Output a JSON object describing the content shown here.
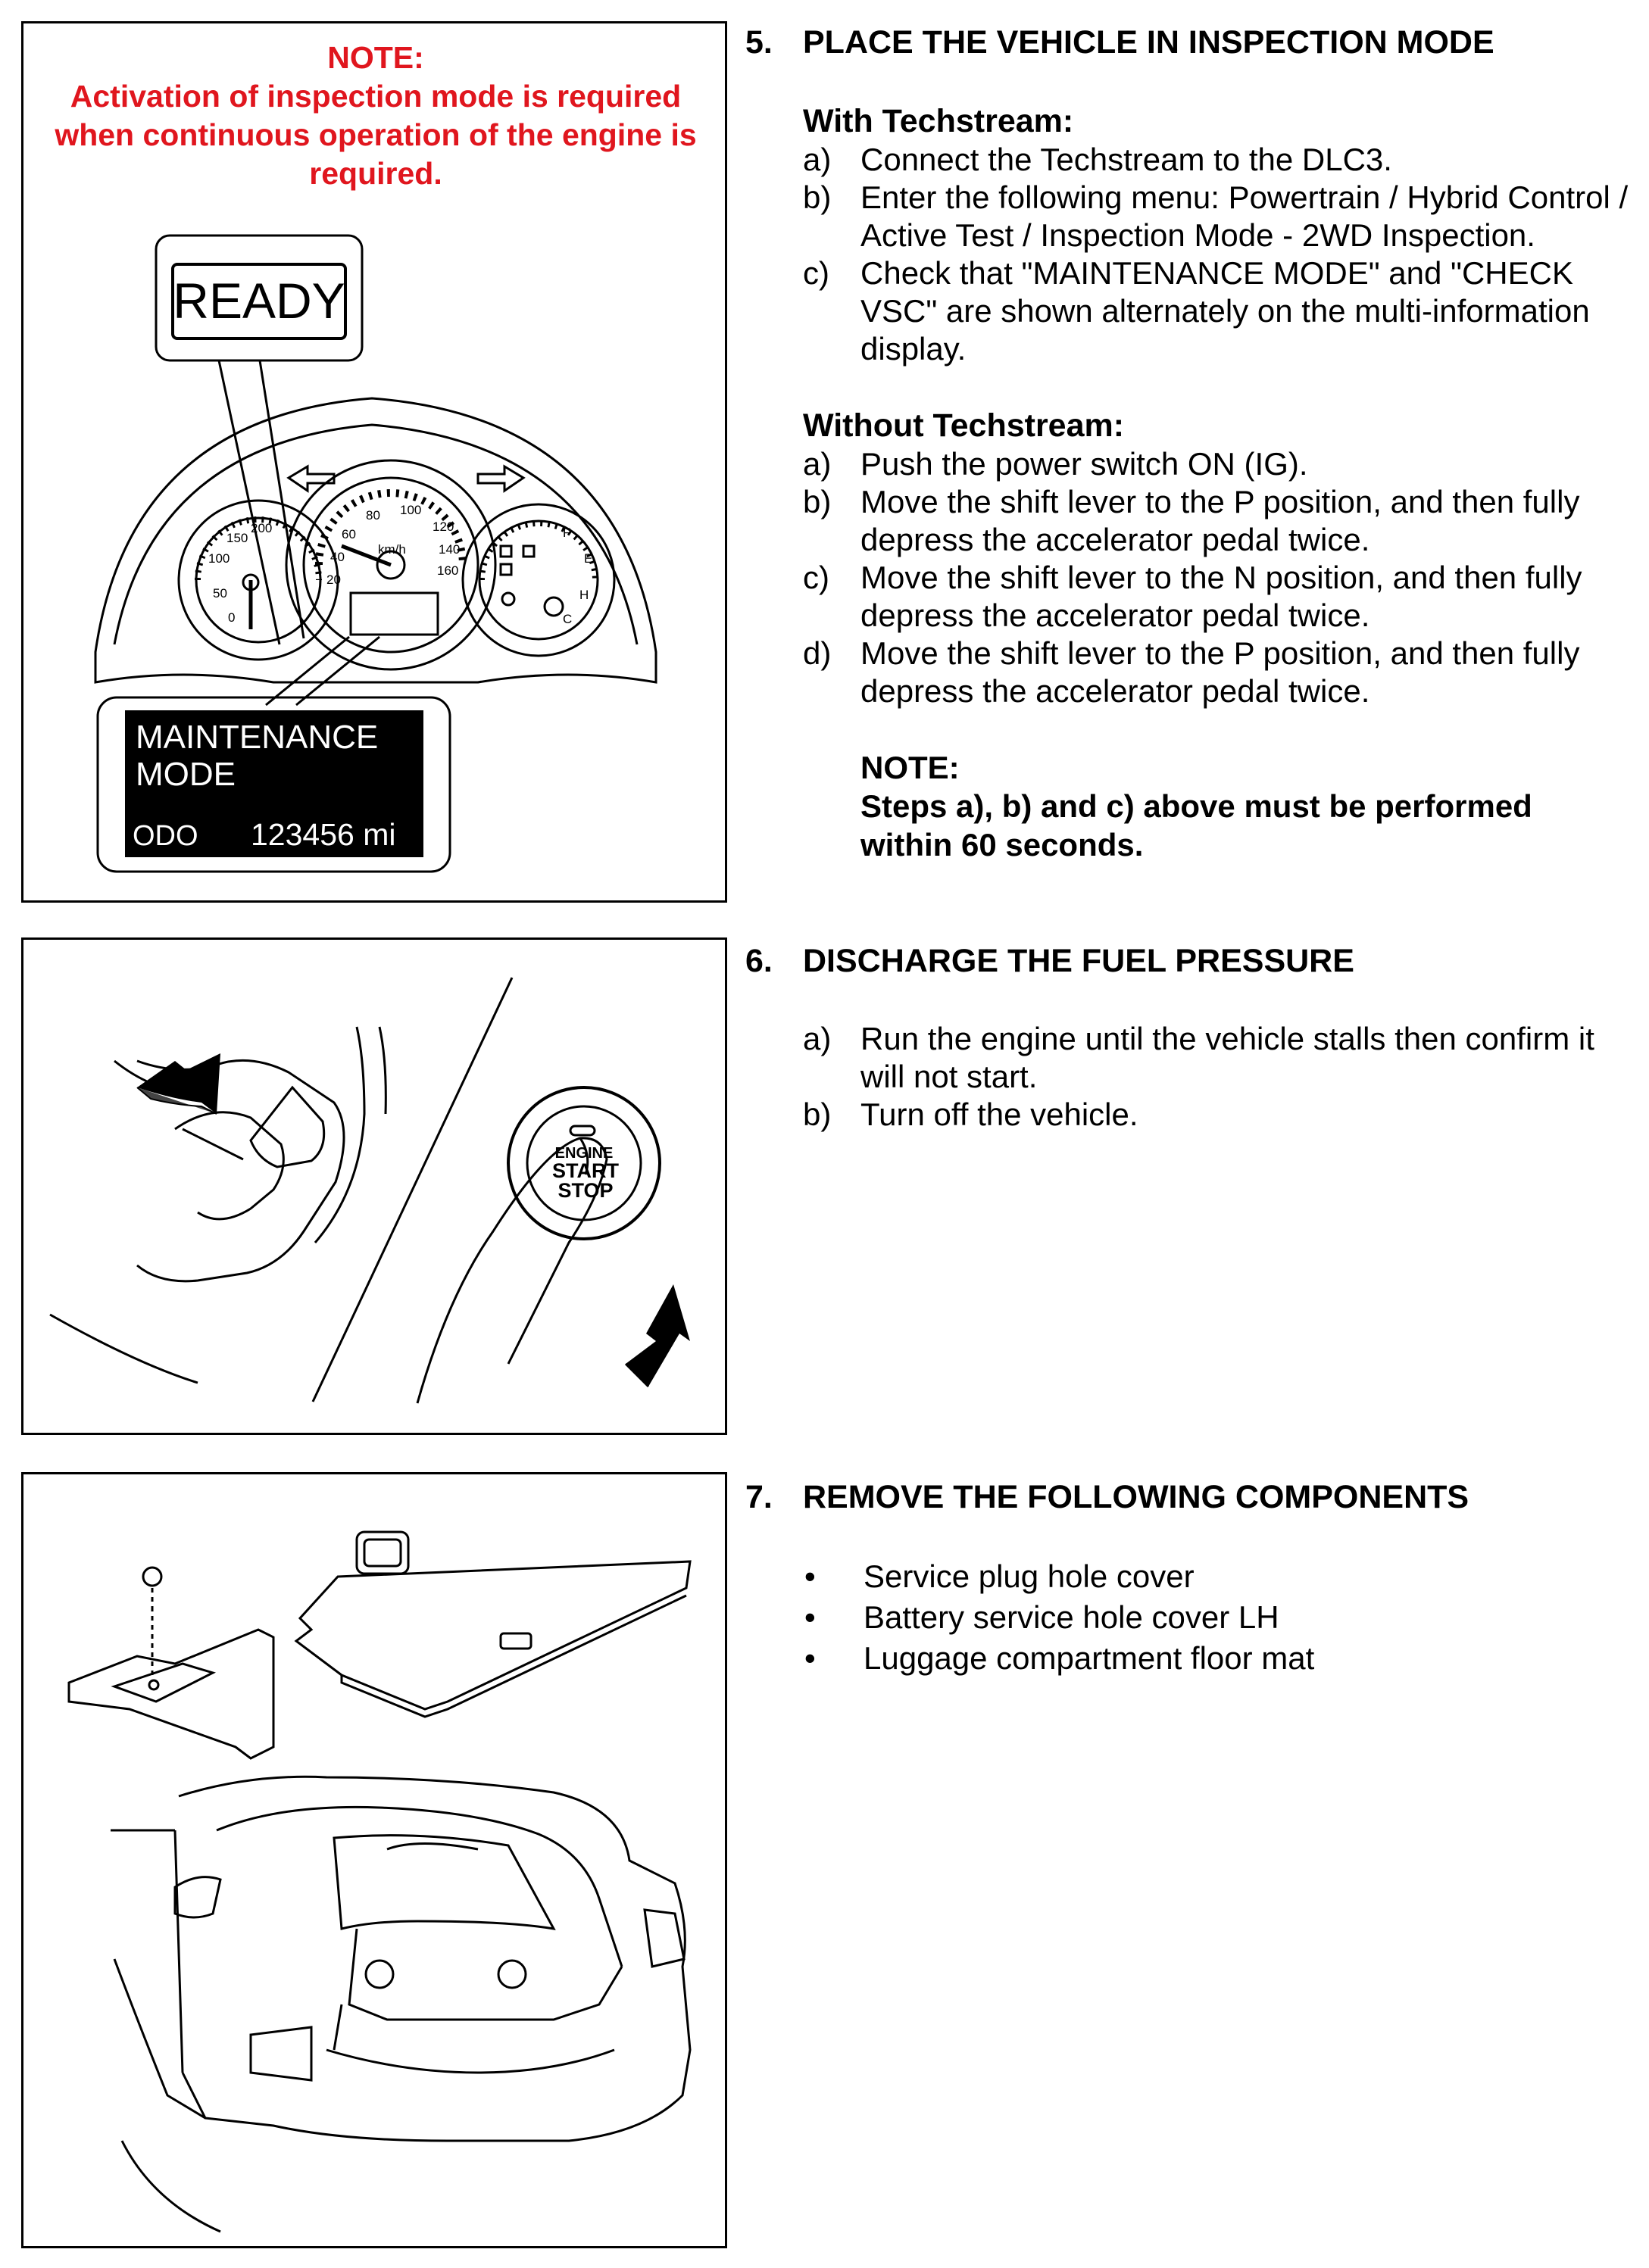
{
  "panel1": {
    "note_title": "NOTE:",
    "note_body": "Activation of inspection mode is required when continuous operation of the engine is required.",
    "ready_label": "READY",
    "display_line1": "MAINTENANCE",
    "display_line2": "MODE",
    "odo_label": "ODO",
    "odo_value": "123456 mi",
    "gauge_marks": [
      "100",
      "80",
      "60",
      "120",
      "40",
      "140",
      "20",
      "160",
      "km/h",
      "150",
      "200",
      "100",
      "50",
      "0",
      "F",
      "E",
      "H",
      "C"
    ]
  },
  "panel2": {
    "button_line1": "ENGINE",
    "button_line2": "START",
    "button_line3": "STOP"
  },
  "step5": {
    "num": "5.",
    "title": "PLACE THE VEHICLE IN INSPECTION MODE",
    "with_title": "With Techstream:",
    "with_items": [
      {
        "letter": "a)",
        "text": "Connect the Techstream to the DLC3."
      },
      {
        "letter": "b)",
        "text": "Enter the following menu: Powertrain / Hybrid Control / Active Test / Inspection Mode - 2WD Inspection."
      },
      {
        "letter": "c)",
        "text": "Check that \"MAINTENANCE MODE\" and \"CHECK VSC\" are shown alternately on the multi-information display."
      }
    ],
    "without_title": "Without Techstream:",
    "without_items": [
      {
        "letter": "a)",
        "text": "Push the power switch ON (IG)."
      },
      {
        "letter": "b)",
        "text": "Move the shift lever to the P position, and then fully depress the accelerator pedal twice."
      },
      {
        "letter": "c)",
        "text": "Move the shift lever to the N position, and then fully depress the accelerator pedal twice."
      },
      {
        "letter": "d)",
        "text": "Move the shift lever to the P position, and then fully depress the accelerator pedal twice."
      }
    ],
    "note_title": "NOTE:",
    "note_text": "Steps a), b) and c) above must be performed within 60 seconds."
  },
  "step6": {
    "num": "6.",
    "title": "DISCHARGE THE FUEL PRESSURE",
    "items": [
      {
        "letter": "a)",
        "text": "Run the engine until the vehicle stalls then confirm it will not start."
      },
      {
        "letter": "b)",
        "text": "Turn off the vehicle."
      }
    ]
  },
  "step7": {
    "num": "7.",
    "title": "REMOVE THE FOLLOWING COMPONENTS",
    "bullet": "•",
    "items": [
      "Service plug hole cover",
      "Battery service hole cover LH",
      "Luggage compartment floor mat"
    ]
  },
  "colors": {
    "note_red": "#e0161e",
    "display_bg": "#000000"
  }
}
